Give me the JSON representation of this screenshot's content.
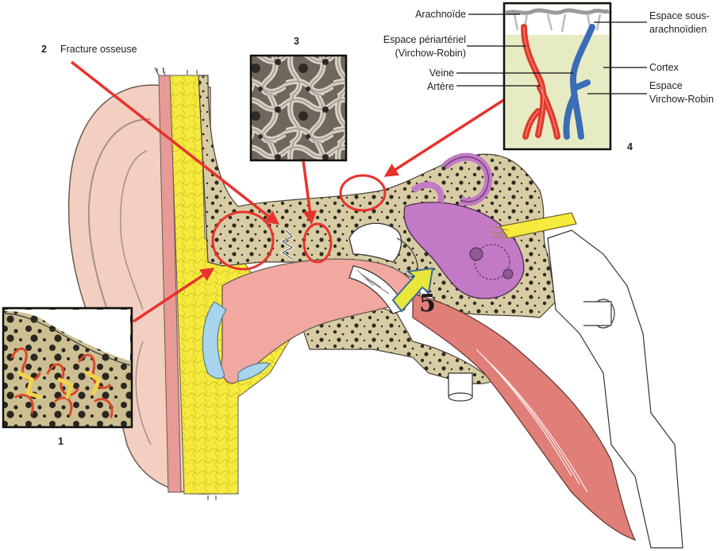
{
  "labels": {
    "fracture": "Fracture osseuse",
    "arachnoide": "Arachnoïde",
    "espace_sous_1": "Espace sous-",
    "espace_sous_2": "arachnoïdien",
    "periarteriel_1": "Espace périartériel",
    "periarteriel_2": "(Virchow-Robin)",
    "veine": "Veine",
    "artere": "Artère",
    "cortex": "Cortex",
    "vr_1": "Espace",
    "vr_2": "Virchow-Robin"
  },
  "numbers": {
    "n1": "1",
    "n2": "2",
    "n3": "3",
    "n4": "4",
    "n5": "5"
  },
  "colors": {
    "arrow_red": "#e8332d",
    "bone": "#d8cca4",
    "fat_yellow": "#f6ea3c",
    "skin_pink": "#f2cfc0",
    "canal_pink": "#f0a8a0",
    "muscle_red": "#e07f78",
    "inner_ear_purple": "#c27ac6",
    "cortex_green": "#e6ebc4",
    "artery_red": "#e23b2c",
    "vein_blue": "#3a6db5",
    "arrow_5_yellow": "#e8e63a",
    "fluid_blue": "#a9d4ee"
  }
}
